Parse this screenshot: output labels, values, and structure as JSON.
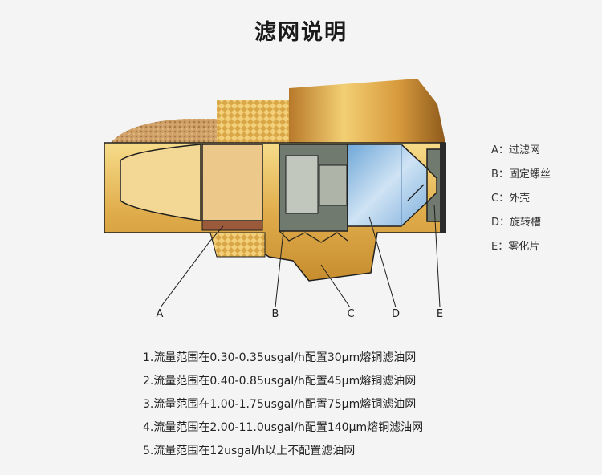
{
  "page": {
    "title": "滤网说明"
  },
  "colors": {
    "brass_light": "#f4d27a",
    "brass_mid": "#d9a748",
    "brass_dark": "#b07b23",
    "filter_tan": "#e9c88c",
    "filter_brown": "#9b5b3a",
    "screw_gray": "#8b9386",
    "spinner_blue": "#9fc6e8",
    "outline": "#1f1f1f"
  },
  "diagram": {
    "callouts": [
      {
        "letter": "A"
      },
      {
        "letter": "B"
      },
      {
        "letter": "C"
      },
      {
        "letter": "D"
      },
      {
        "letter": "E"
      }
    ]
  },
  "legend": {
    "items": [
      {
        "label": "A：过滤网"
      },
      {
        "label": "B：固定螺丝"
      },
      {
        "label": "C：外壳"
      },
      {
        "label": "D：旋转槽"
      },
      {
        "label": "E：雾化片"
      }
    ]
  },
  "notes": {
    "items": [
      {
        "text": "1.流量范围在0.30-0.35usgal/h配置30μm熔铜滤油网"
      },
      {
        "text": "2.流量范围在0.40-0.85usgal/h配置45μm熔铜滤油网"
      },
      {
        "text": "3.流量范围在1.00-1.75usgal/h配置75μm熔铜滤油网"
      },
      {
        "text": "4.流量范围在2.00-11.0usgal/h配置140μm熔铜滤油网"
      },
      {
        "text": "5.流量范围在12usgal/h以上不配置滤油网"
      }
    ]
  }
}
